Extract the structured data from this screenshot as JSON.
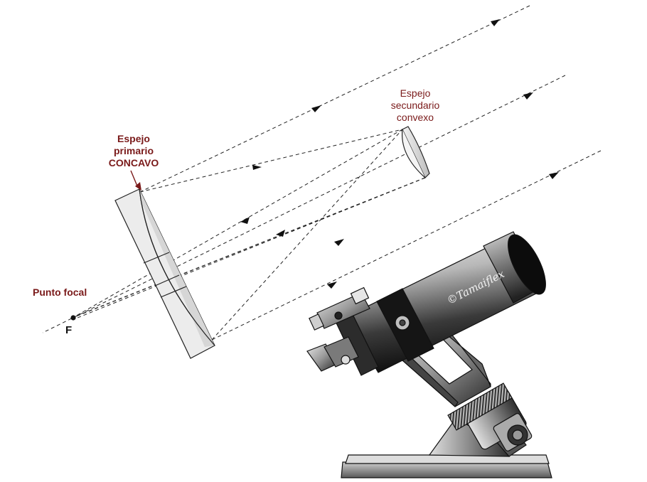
{
  "labels": {
    "secondary_mirror": [
      "Espejo",
      "secundario",
      "convexo"
    ],
    "primary_mirror": [
      "Espejo",
      "primario",
      "CONCAVO"
    ],
    "focal_point": "Punto focal",
    "focus_letter": "F",
    "brand": "©Tamaiflex"
  },
  "colors": {
    "label_text": "#7a1a1a",
    "ray": "#222222",
    "mirror_fill": "#efefef",
    "telescope_dark": "#1a1a1a"
  },
  "icons": {
    "focal_point_marker": "filled-circle",
    "ray_direction": "arrowhead"
  }
}
